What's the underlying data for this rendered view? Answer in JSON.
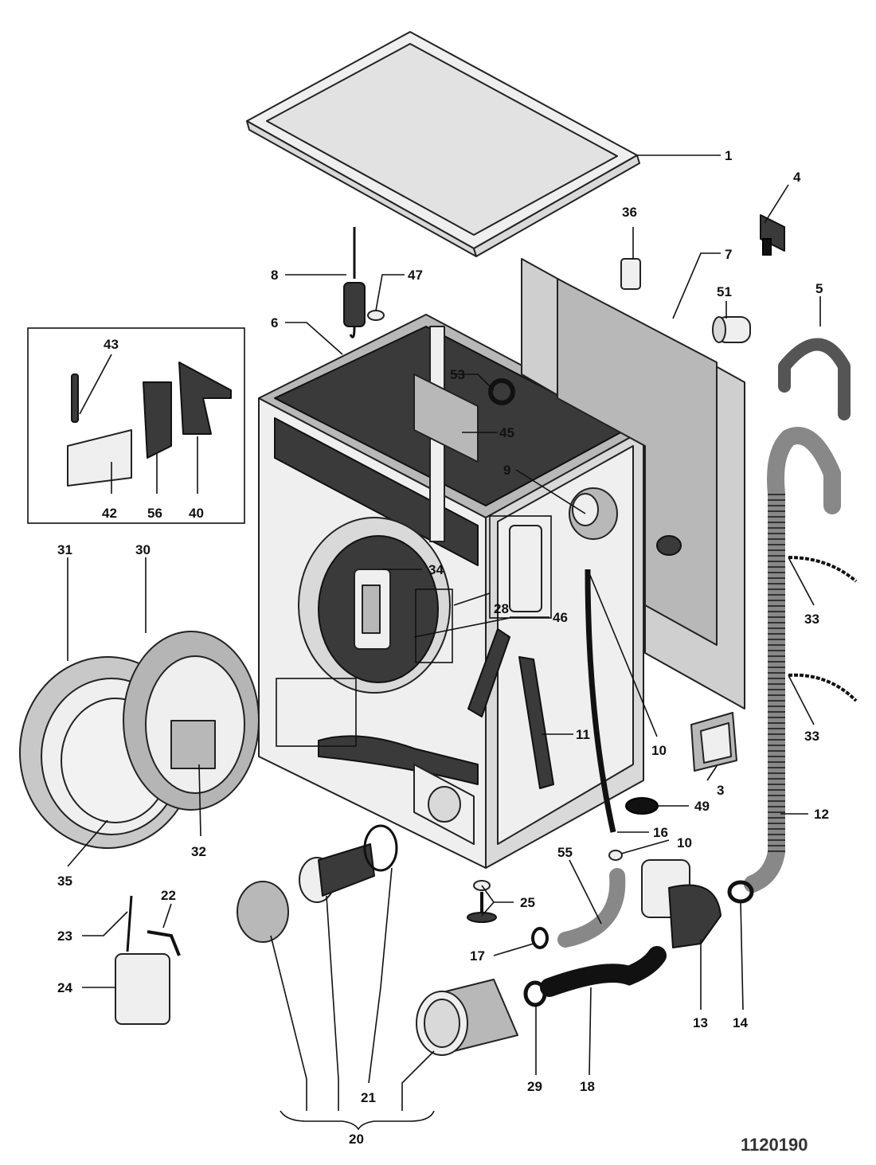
{
  "diagram_code": "1120190",
  "labels": [
    {
      "id": "l1",
      "text": "1"
    },
    {
      "id": "l4",
      "text": "4"
    },
    {
      "id": "l36",
      "text": "36"
    },
    {
      "id": "l7",
      "text": "7"
    },
    {
      "id": "l8",
      "text": "8"
    },
    {
      "id": "l47",
      "text": "47"
    },
    {
      "id": "l51",
      "text": "51"
    },
    {
      "id": "l5",
      "text": "5"
    },
    {
      "id": "l6",
      "text": "6"
    },
    {
      "id": "l43",
      "text": "43"
    },
    {
      "id": "l53",
      "text": "53"
    },
    {
      "id": "l45",
      "text": "45"
    },
    {
      "id": "l9",
      "text": "9"
    },
    {
      "id": "l42",
      "text": "42"
    },
    {
      "id": "l56",
      "text": "56"
    },
    {
      "id": "l40",
      "text": "40"
    },
    {
      "id": "l31",
      "text": "31"
    },
    {
      "id": "l30",
      "text": "30"
    },
    {
      "id": "l34",
      "text": "34"
    },
    {
      "id": "l28",
      "text": "28"
    },
    {
      "id": "l46",
      "text": "46"
    },
    {
      "id": "l33a",
      "text": "33"
    },
    {
      "id": "l33b",
      "text": "33"
    },
    {
      "id": "l11",
      "text": "11"
    },
    {
      "id": "l10a",
      "text": "10"
    },
    {
      "id": "l3",
      "text": "3"
    },
    {
      "id": "l49",
      "text": "49"
    },
    {
      "id": "l12",
      "text": "12"
    },
    {
      "id": "l32",
      "text": "32"
    },
    {
      "id": "l16",
      "text": "16"
    },
    {
      "id": "l10b",
      "text": "10"
    },
    {
      "id": "l35",
      "text": "35"
    },
    {
      "id": "l55",
      "text": "55"
    },
    {
      "id": "l22",
      "text": "22"
    },
    {
      "id": "l25",
      "text": "25"
    },
    {
      "id": "l23",
      "text": "23"
    },
    {
      "id": "l17",
      "text": "17"
    },
    {
      "id": "l24",
      "text": "24"
    },
    {
      "id": "l13",
      "text": "13"
    },
    {
      "id": "l14",
      "text": "14"
    },
    {
      "id": "l29",
      "text": "29"
    },
    {
      "id": "l18",
      "text": "18"
    },
    {
      "id": "l21",
      "text": "21"
    },
    {
      "id": "l20",
      "text": "20"
    }
  ]
}
